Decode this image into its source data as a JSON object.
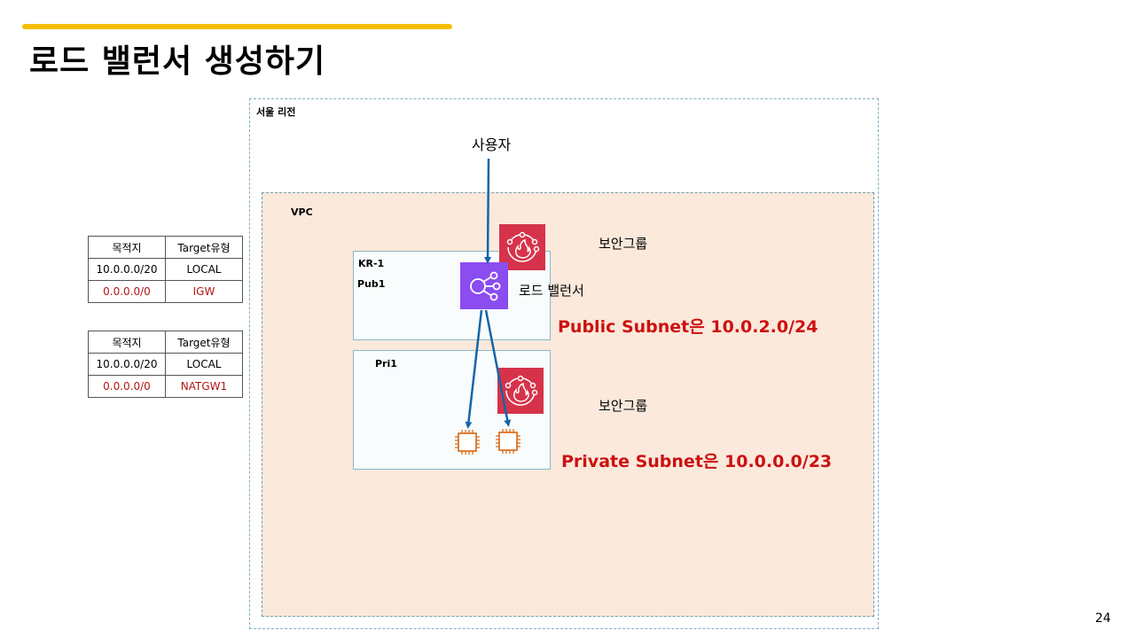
{
  "slide": {
    "title": "로드 밸런서 생성하기",
    "page_number": "24",
    "accent_color": "#f5c000"
  },
  "route_tables": [
    {
      "headers": [
        "목적지",
        "Target유형"
      ],
      "rows": [
        {
          "destination": "10.0.0.0/20",
          "target": "LOCAL",
          "highlight": false
        },
        {
          "destination": "0.0.0.0/0",
          "target": "IGW",
          "highlight": true
        }
      ]
    },
    {
      "headers": [
        "목적지",
        "Target유형"
      ],
      "rows": [
        {
          "destination": "10.0.0.0/20",
          "target": "LOCAL",
          "highlight": false
        },
        {
          "destination": "0.0.0.0/0",
          "target": "NATGW1",
          "highlight": true
        }
      ]
    }
  ],
  "diagram": {
    "region_label": "서울 리전",
    "vpc_label": "VPC",
    "user_label": "사용자",
    "public_subnet": {
      "az_label": "KR-1",
      "name": "Pub1"
    },
    "private_subnet": {
      "name": "Pri1"
    },
    "load_balancer_label": "로드 밸런서",
    "security_group_label_1": "보안그룹",
    "security_group_label_2": "보안그룹",
    "public_note": "Public Subnet은 10.0.2.0/24",
    "private_note": "Private Subnet은 10.0.0.0/23",
    "icons": [
      "security-group-icon",
      "load-balancer-icon",
      "ec2-instance-icon"
    ],
    "colors": {
      "vpc_fill": "#fbe9db",
      "security_group": "#d6334a",
      "load_balancer": "#8b4cf0",
      "ec2": "#d86613",
      "arrow": "#1565a8",
      "note_red": "#cc1111"
    }
  }
}
